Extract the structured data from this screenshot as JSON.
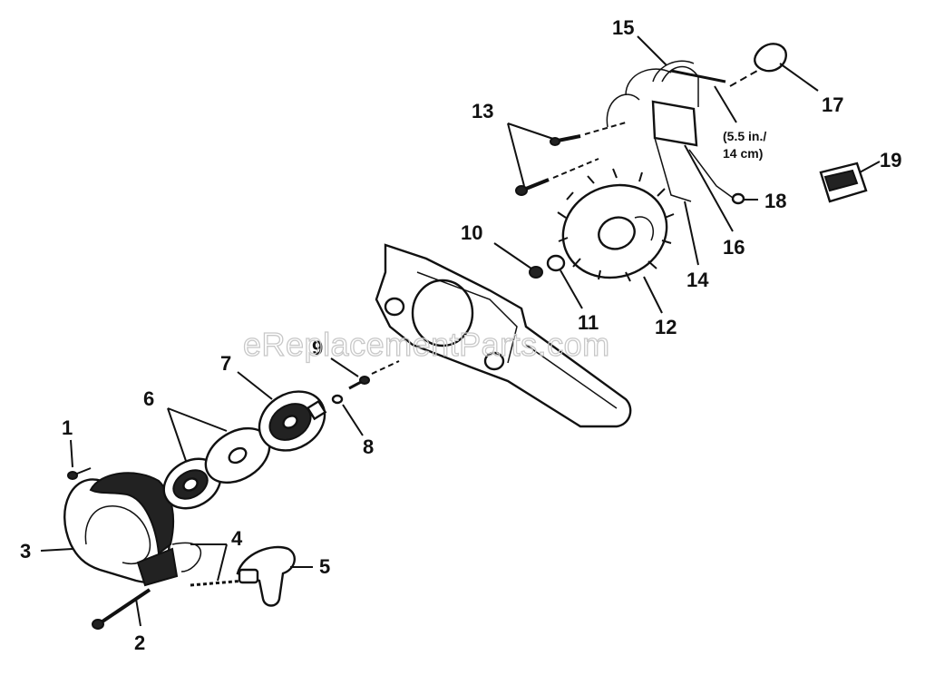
{
  "watermark": "eReplacementParts.com",
  "wire_note": [
    "(5.5 in./",
    "14 cm)"
  ],
  "callouts": [
    "1",
    "2",
    "3",
    "4",
    "5",
    "6",
    "7",
    "8",
    "9",
    "10",
    "11",
    "12",
    "13",
    "14",
    "15",
    "16",
    "17",
    "18",
    "19"
  ]
}
